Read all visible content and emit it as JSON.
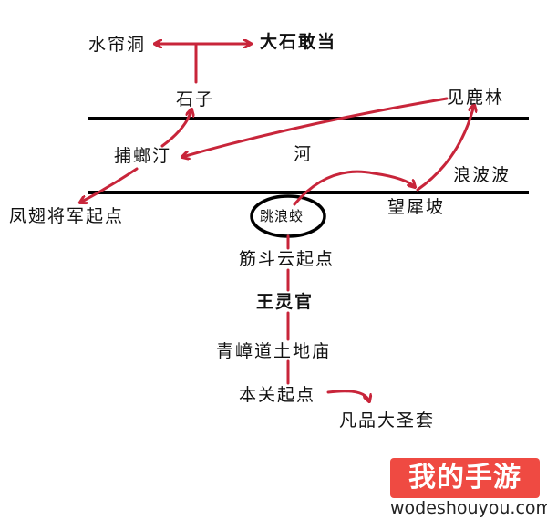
{
  "diagram": {
    "river_label": "河",
    "nodes": {
      "shuiliandong": "水帘洞",
      "dashigandang": "大石敢当",
      "shizi": "石子",
      "jianlulin": "见鹿林",
      "buyeting": "捕螂汀",
      "fengchi": "凤翅将军起点",
      "langbobo": "浪波波",
      "wangxipo": "望犀坡",
      "tiaolangjiao": "跳浪蛟",
      "jindouyun": "筋斗云起点",
      "wanglingguan": "王灵官",
      "qingzhang": "青嶂道土地庙",
      "benguan": "本关起点",
      "fanpin": "凡品大圣套"
    },
    "highlighted_node": "跳浪蛟",
    "colors": {
      "arrow": "#c8253a",
      "line": "#000000"
    }
  },
  "watermark": {
    "brand": "我的手游",
    "url": "wodeshouyou.com",
    "color": "#ef4a42"
  }
}
